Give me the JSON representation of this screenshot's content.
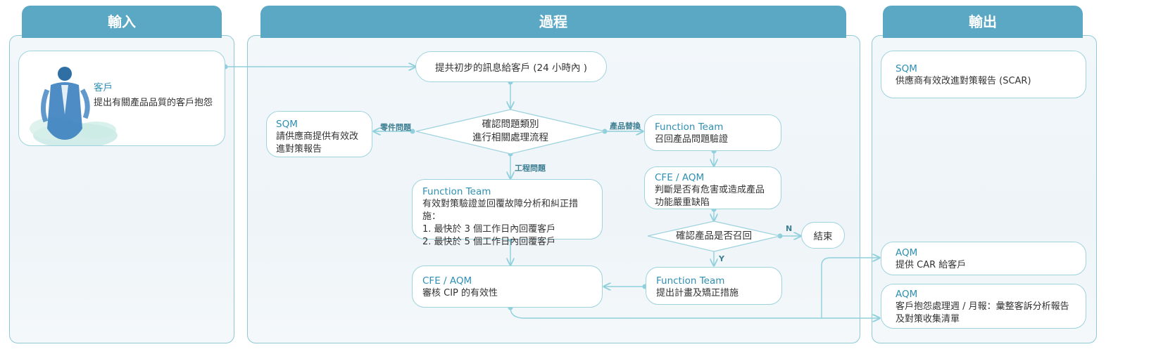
{
  "columns": {
    "input": "輸入",
    "process": "過程",
    "output": "輸出"
  },
  "input": {
    "customer": {
      "title": "客戶",
      "body": "提出有關產品品質的客戶抱怨"
    }
  },
  "process": {
    "initial_info": "提共初步的訊息給客戶 (24 小時內 )",
    "classify": {
      "line1": "確認問題類別",
      "line2": "進行相關處理流程"
    },
    "label_parts": "零件問題",
    "label_replace": "產品替換",
    "label_engineering": "工程問題",
    "sqm_box": {
      "title": "SQM",
      "body": "請供應商提供有效改進對策報告"
    },
    "ft_recall": {
      "title": "Function Team",
      "body": "召回產品問題驗證"
    },
    "cfe_aqm_judge": {
      "title": "CFE / AQM",
      "body": "判斷是否有危害或造成產品功能嚴重缺陷"
    },
    "recall_decision": "確認產品是否召回",
    "label_n": "N",
    "label_y": "Y",
    "end": "結束",
    "ft_verify": {
      "title": "Function Team",
      "line1": "有效對策驗證並回覆故障分析和糾正措施：",
      "line2": "1. 最快於 3 個工作日內回覆客戶",
      "line3": "2. 最快於 5 個工作日內回覆客戶"
    },
    "cfe_aqm_cip": {
      "title": "CFE / AQM",
      "body": "審核 CIP 的有效性"
    },
    "ft_plan": {
      "title": "Function Team",
      "body": "提出計畫及矯正措施"
    }
  },
  "output": {
    "scar": {
      "title": "SQM",
      "body": "供應商有效改進對策報告 (SCAR)"
    },
    "car": {
      "title": "AQM",
      "body": "提供 CAR 給客戶"
    },
    "report": {
      "title": "AQM",
      "body": "客戶抱怨處理週 / 月報：彙整客訴分析報告及對策收集清單"
    }
  },
  "colors": {
    "accent": "#5aa8c4",
    "connector": "#8fd0dc",
    "title_text": "#2e8fb3"
  },
  "icons": {
    "customer": "businessman-watercolor-icon"
  }
}
